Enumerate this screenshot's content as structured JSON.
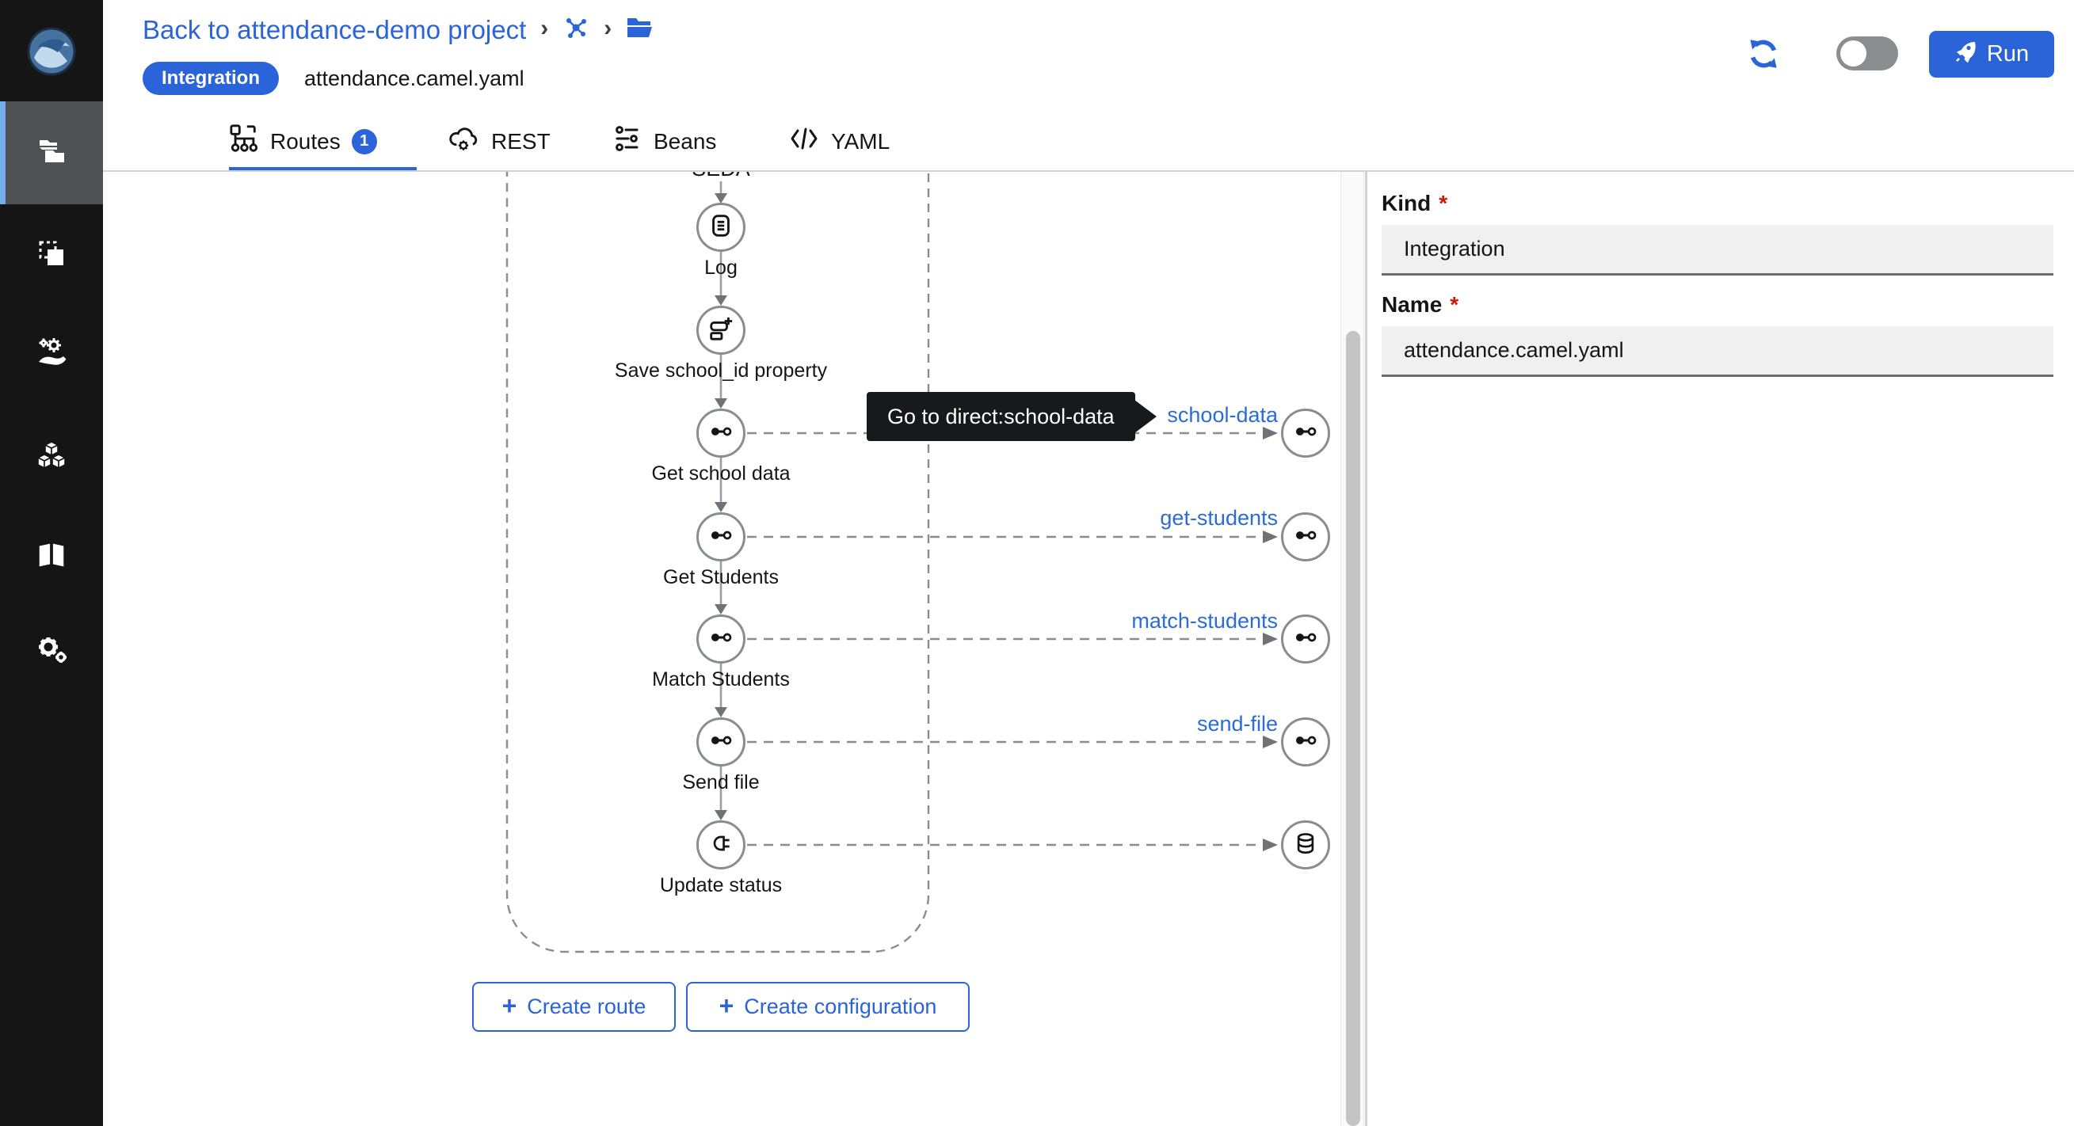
{
  "colors": {
    "brand_blue": "#2b63d8",
    "link_blue": "#2b6cd9",
    "sidebar_bg": "#151515",
    "sidebar_active_bg": "#4f5255",
    "sidebar_accent": "#74aeea",
    "tooltip_bg": "#17191d",
    "node_border": "#8a8d90",
    "input_bg": "#f0f0f0",
    "required_red": "#c9190b"
  },
  "sidebar": {
    "items": [
      {
        "icon": "camel-logo"
      },
      {
        "icon": "projects-folders-icon",
        "active": true
      },
      {
        "icon": "clone-icon"
      },
      {
        "icon": "services-icon"
      },
      {
        "icon": "components-cubes-icon"
      },
      {
        "icon": "knowledgebase-book-icon"
      },
      {
        "icon": "settings-gears-icon"
      }
    ]
  },
  "header": {
    "back_link": "Back to attendance-demo project",
    "crumb_sep": "›",
    "breadcrumb_icons": [
      "integration-molecule-icon",
      "folder-icon"
    ],
    "badge": "Integration",
    "filename": "attendance.camel.yaml",
    "run_label": "Run",
    "toggle_state": "off"
  },
  "tabs": [
    {
      "label": "Routes",
      "badge": "1",
      "icon": "routes-icon",
      "active": true
    },
    {
      "label": "REST",
      "icon": "rest-cloud-gear-icon",
      "active": false
    },
    {
      "label": "Beans",
      "icon": "beans-icon",
      "active": false
    },
    {
      "label": "YAML",
      "icon": "yaml-code-icon",
      "active": false
    }
  ],
  "canvas": {
    "clipped_label": "SEDA",
    "nodes": [
      {
        "label": "Log",
        "icon": "log-icon"
      },
      {
        "label": "Save school_id property",
        "icon": "set-property-icon"
      },
      {
        "label": "Get school data",
        "icon": "direct-endpoint-icon"
      },
      {
        "label": "Get Students",
        "icon": "direct-endpoint-icon"
      },
      {
        "label": "Match Students",
        "icon": "direct-endpoint-icon"
      },
      {
        "label": "Send file",
        "icon": "direct-endpoint-icon"
      },
      {
        "label": "Update status",
        "icon": "plug-icon"
      }
    ],
    "out_links": [
      {
        "label": "school-data",
        "icon": "direct-endpoint-icon"
      },
      {
        "label": "get-students",
        "icon": "direct-endpoint-icon"
      },
      {
        "label": "match-students",
        "icon": "direct-endpoint-icon"
      },
      {
        "label": "send-file",
        "icon": "direct-endpoint-icon"
      },
      {
        "label": "",
        "icon": "database-icon"
      }
    ],
    "tooltip": "Go to direct:school-data",
    "create_route": "Create route",
    "create_configuration": "Create configuration",
    "plus": "+"
  },
  "panel": {
    "kind": {
      "label": "Kind",
      "required": "*",
      "value": "Integration"
    },
    "name": {
      "label": "Name",
      "required": "*",
      "value": "attendance.camel.yaml"
    }
  }
}
